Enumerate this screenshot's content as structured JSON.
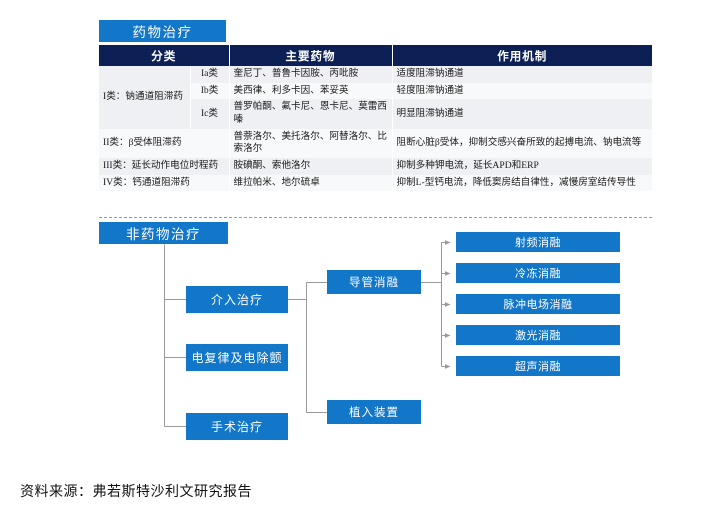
{
  "drug_section": {
    "badge_label": "药物治疗",
    "table": {
      "headers": [
        "分类",
        "主要药物",
        "作用机制"
      ],
      "rows": [
        {
          "class_main": "I类：钠通道阻滞药",
          "class_sub": "Ia类",
          "drugs": "奎尼丁、普鲁卡因胺、丙吡胺",
          "mechanism": "适度阻滞钠通道"
        },
        {
          "class_main": "",
          "class_sub": "Ib类",
          "drugs": "美西律、利多卡因、苯妥英",
          "mechanism": "轻度阻滞钠通道"
        },
        {
          "class_main": "",
          "class_sub": "Ic类",
          "drugs": "普罗帕酮、氟卡尼、恩卡尼、莫雷西嗪",
          "mechanism": "明显阻滞钠通道"
        },
        {
          "class_main": "II类：β受体阻滞药",
          "class_sub": "",
          "drugs": "普萘洛尔、美托洛尔、阿替洛尔、比索洛尔",
          "mechanism": "阻断心脏β受体，抑制交感兴奋所致的起搏电流、钠电流等"
        },
        {
          "class_main": "III类：延长动作电位时程药",
          "class_sub": "",
          "drugs": "胺碘酮、索他洛尔",
          "mechanism": "抑制多种钾电流，延长APD和ERP"
        },
        {
          "class_main": "IV类：钙通道阻滞药",
          "class_sub": "",
          "drugs": "维拉帕米、地尔硫卓",
          "mechanism": "抑制L-型钙电流，降低窦房结自律性，减慢房室结传导性"
        }
      ]
    }
  },
  "nondrug_section": {
    "badge_label": "非药物治疗",
    "nodes": {
      "interventional": "介入治疗",
      "cardioversion": "电复律及电除颤",
      "surgery": "手术治疗",
      "catheter_ablation": "导管消融",
      "implant_device": "植入装置"
    },
    "ablation_types": [
      "射频消融",
      "冷冻消融",
      "脉冲电场消融",
      "激光消融",
      "超声消融"
    ]
  },
  "footer": {
    "source": "资料来源：弗若斯特沙利文研究报告"
  },
  "colors": {
    "badge_blue": "#1276C9",
    "header_navy": "#0D2055",
    "row_odd": "#EEF0F4",
    "row_even": "#F8F9FB",
    "connector_gray": "#9a9a9a"
  }
}
